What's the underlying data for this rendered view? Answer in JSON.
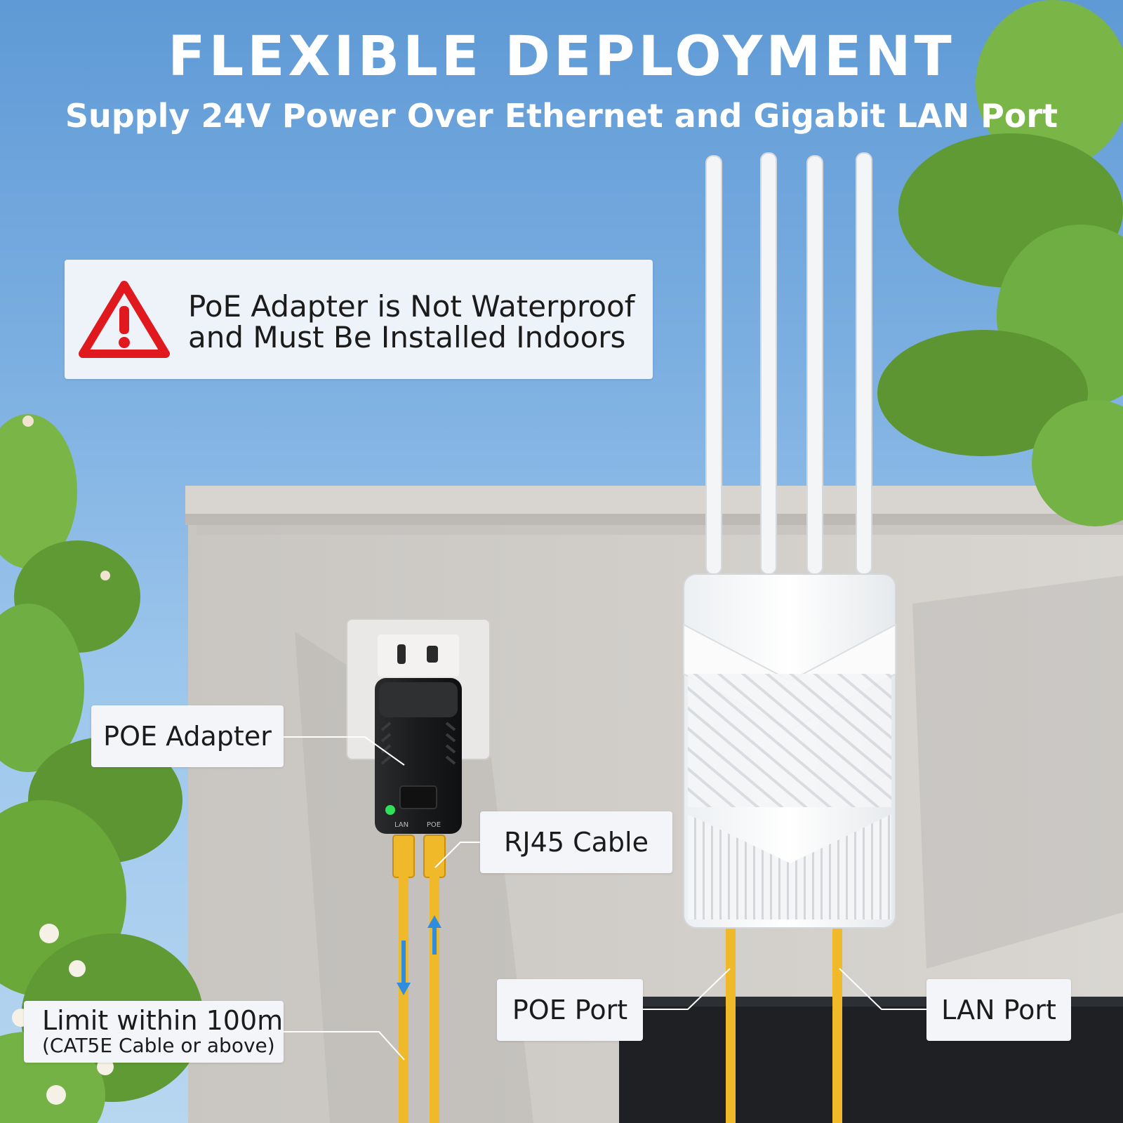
{
  "header": {
    "title": "FLEXIBLE DEPLOYMENT",
    "subtitle": "Supply 24V Power Over Ethernet and Gigabit LAN Port"
  },
  "warning": {
    "icon": "warning-triangle-icon",
    "line1": "PoE Adapter is Not Waterproof",
    "line2": "and Must Be Installed Indoors"
  },
  "labels": {
    "poe_adapter": "POE Adapter",
    "rj45_cable": "RJ45 Cable",
    "poe_port": "POE Port",
    "lan_port": "LAN Port",
    "limit_main": "Limit within 100m",
    "limit_sub": "(CAT5E Cable or above)"
  },
  "adapter_ports": {
    "lan": "LAN",
    "poe": "POE"
  },
  "colors": {
    "warning_red": "#e0191f",
    "cable_yellow": "#f0b92a",
    "indicator_green": "#2fe05a"
  }
}
